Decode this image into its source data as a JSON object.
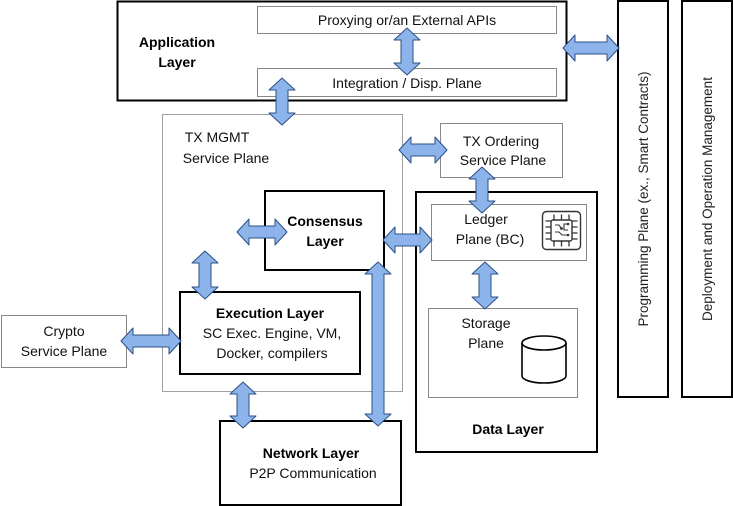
{
  "application_layer": {
    "title_line1": "Application",
    "title_line2": "Layer",
    "proxying": "Proxying or/an External APIs",
    "integration": "Integration / Disp. Plane"
  },
  "tx_mgmt": {
    "line1": "TX MGMT",
    "line2": "Service Plane"
  },
  "tx_ordering": {
    "line1": "TX Ordering",
    "line2": "Service Plane"
  },
  "consensus": {
    "line1": "Consensus",
    "line2": "Layer"
  },
  "execution": {
    "title": "Execution Layer",
    "line2": "SC Exec. Engine, VM,",
    "line3": "Docker, compilers"
  },
  "crypto": {
    "line1": "Crypto",
    "line2": "Service Plane"
  },
  "network": {
    "title": "Network Layer",
    "subtitle": "P2P Communication"
  },
  "data_layer": {
    "title": "Data Layer",
    "ledger_line1": "Ledger",
    "ledger_line2": "Plane (BC)",
    "storage_line1": "Storage",
    "storage_line2": "Plane"
  },
  "programming_plane": "Programming Plane (ex., Smart Contracts)",
  "deployment": "Deployment and Operation Management",
  "icons": [
    "chip-icon",
    "database-icon",
    "double-arrow-icon"
  ],
  "colors": {
    "arrow_fill": "#8db4ea",
    "arrow_stroke": "#2c4f86",
    "light_border": "#a0a0a0"
  }
}
